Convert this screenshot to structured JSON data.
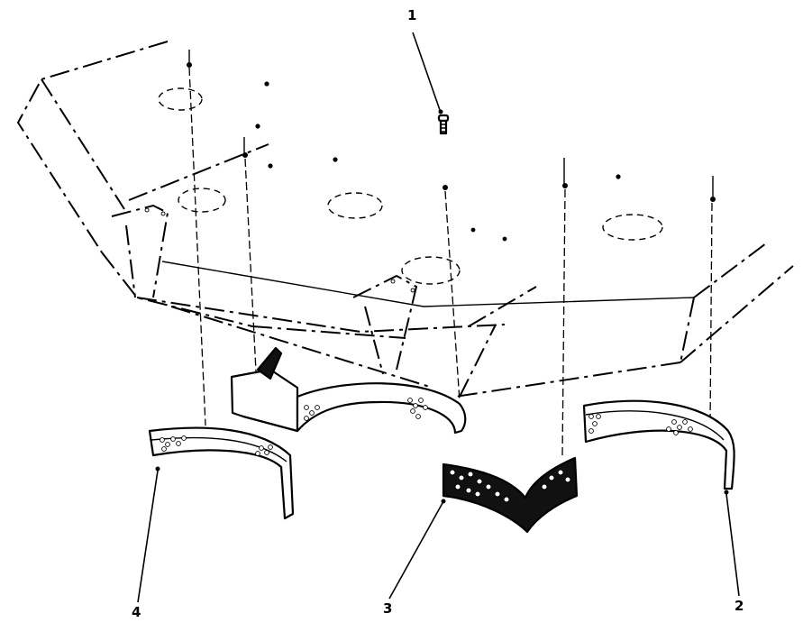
{
  "diagram": {
    "type": "exploded-view parts illustration",
    "subject": "Bearing shell / shim halves installed beneath a block (phantom outline)",
    "colors": {
      "ink": "#000000",
      "paper": "#ffffff"
    },
    "callouts": [
      {
        "id": "1",
        "label": "1",
        "part": "screw / bolt"
      },
      {
        "id": "2",
        "label": "2",
        "part": "right curved shell segment"
      },
      {
        "id": "3",
        "label": "3",
        "part": "center double-curve shell assembly"
      },
      {
        "id": "4",
        "label": "4",
        "part": "left curved shell segment"
      }
    ]
  }
}
